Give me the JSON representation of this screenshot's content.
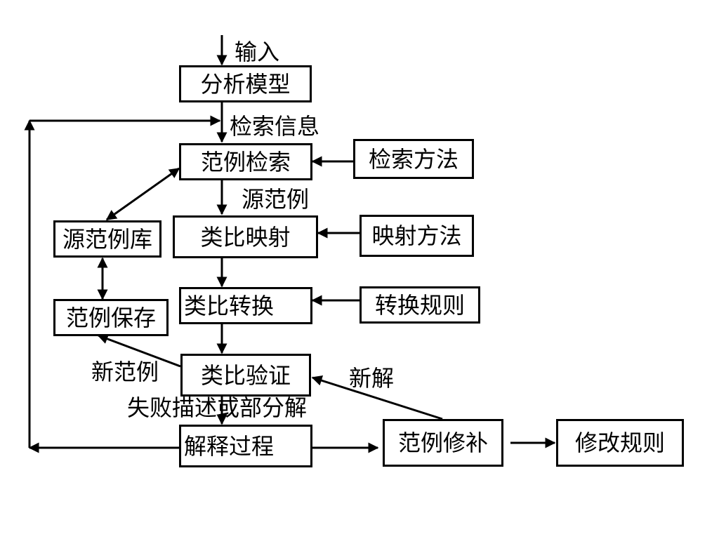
{
  "nodes": {
    "analyze_model": "分析模型",
    "case_retrieval": "范例检索",
    "retrieval_method": "检索方法",
    "source_case_base": "源范例库",
    "analogy_mapping": "类比映射",
    "mapping_method": "映射方法",
    "case_save": "范例保存",
    "analogy_transform": "类比转换",
    "transform_rules": "转换规则",
    "analogy_verify": "类比验证",
    "explain_process": "解释过程",
    "case_repair": "范例修补",
    "modify_rules": "修改规则"
  },
  "labels": {
    "input": "输入",
    "retrieval_info": "检索信息",
    "source_case": "源范例",
    "new_case": "新范例",
    "new_solution": "新解",
    "failure_desc": "失败描述或部分解"
  }
}
